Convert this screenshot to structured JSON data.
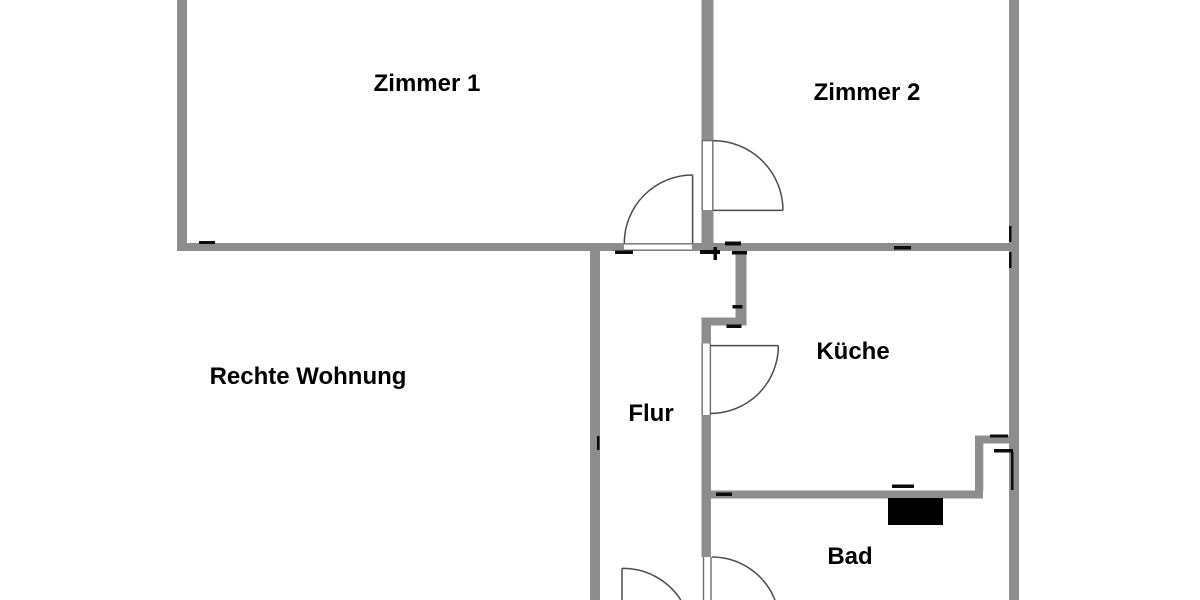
{
  "floorplan": {
    "title_label": "Rechte Wohnung",
    "rooms": {
      "zimmer1": {
        "label": "Zimmer 1"
      },
      "zimmer2": {
        "label": "Zimmer 2"
      },
      "kueche": {
        "label": "Küche"
      },
      "flur": {
        "label": "Flur"
      },
      "bad": {
        "label": "Bad"
      }
    },
    "colors": {
      "wall": "#8d8d8d",
      "door": "#4a4a4a",
      "opening": "#6e6e6e",
      "tick": "#0b0b0b",
      "shaft": "#000000",
      "text": "#000000",
      "bg": "#ffffff"
    }
  }
}
